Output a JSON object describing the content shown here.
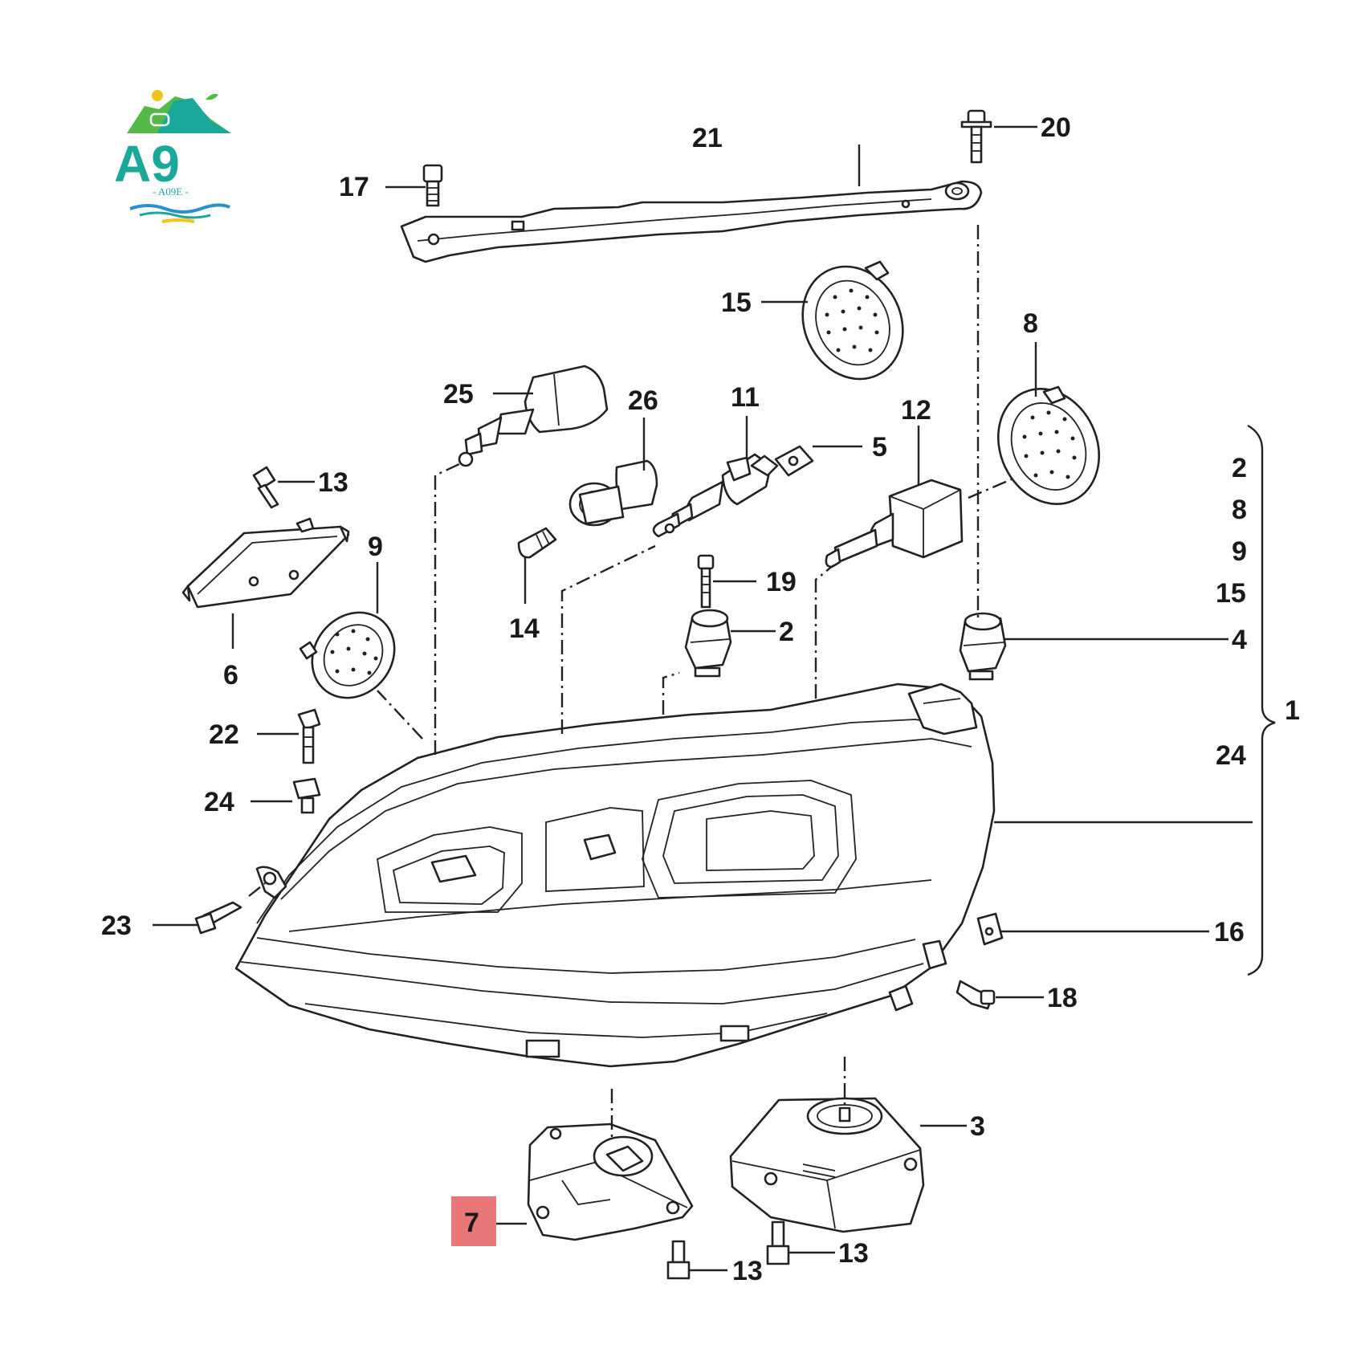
{
  "logo": {
    "mark_text": "A9",
    "sub_text": "- A09E -",
    "colors": {
      "green": "#55b947",
      "teal": "#1aa89b",
      "blue": "#2a8fd0",
      "yellow": "#f3c21b"
    }
  },
  "highlight_color": "#e8777a",
  "callouts": {
    "c1": "1",
    "c2a": "2",
    "c2b": "2",
    "c3": "3",
    "c4": "4",
    "c5": "5",
    "c6": "6",
    "c7": "7",
    "c8a": "8",
    "c8b": "8",
    "c9a": "9",
    "c9b": "9",
    "c11": "11",
    "c12": "12",
    "c13a": "13",
    "c13b": "13",
    "c13c": "13",
    "c14": "14",
    "c15a": "15",
    "c15b": "15",
    "c16": "16",
    "c17": "17",
    "c18": "18",
    "c19": "19",
    "c20": "20",
    "c21": "21",
    "c22": "22",
    "c23": "23",
    "c24a": "24",
    "c24b": "24",
    "c25": "25",
    "c26": "26"
  }
}
